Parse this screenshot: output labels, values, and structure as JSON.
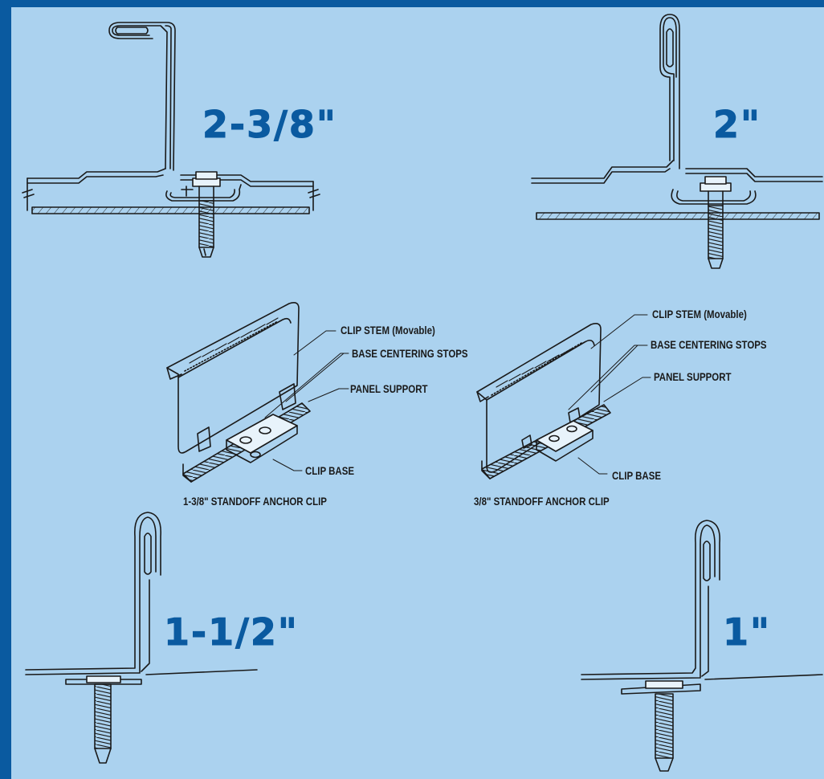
{
  "colors": {
    "frame": "#0a5aa0",
    "background": "#abd2ef",
    "label": "#0a5aa0",
    "line": "#1a1a1a"
  },
  "dimensions": {
    "top_left": "2-3/8\"",
    "top_right": "2\"",
    "bottom_left": "1-1/2\"",
    "bottom_right": "1\""
  },
  "clip_large": {
    "stem": "CLIP STEM (Movable)",
    "stops": "BASE CENTERING STOPS",
    "support": "PANEL SUPPORT",
    "base": "CLIP BASE",
    "caption": "1-3/8\" STANDOFF ANCHOR CLIP"
  },
  "clip_small": {
    "stem": "CLIP STEM (Movable)",
    "stops": "BASE CENTERING STOPS",
    "support": "PANEL SUPPORT",
    "base": "CLIP BASE",
    "caption": "3/8\" STANDOFF ANCHOR CLIP"
  }
}
